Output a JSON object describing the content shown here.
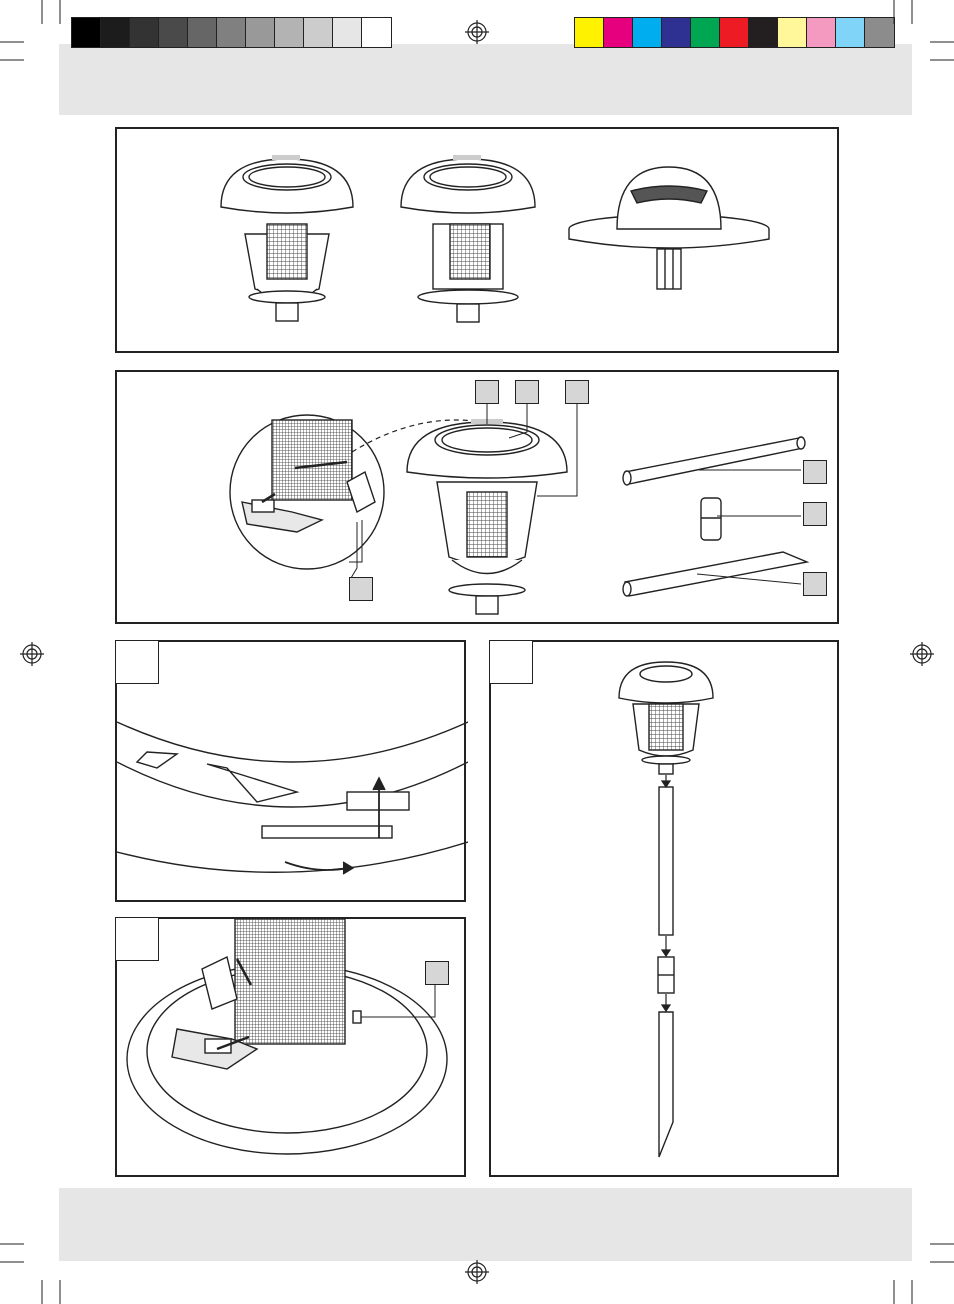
{
  "color_bar": {
    "grays": [
      "#000000",
      "#1c1c1c",
      "#333333",
      "#4a4a4a",
      "#666666",
      "#808080",
      "#999999",
      "#b3b3b3",
      "#cccccc",
      "#e6e6e6",
      "#ffffff"
    ],
    "process": [
      "#fff200",
      "#e6007e",
      "#00aeef",
      "#2e3192",
      "#00a651",
      "#ed1c24",
      "#231f20",
      "#fff799",
      "#f49ac1",
      "#7fd4f7",
      "#8c8c8c"
    ]
  },
  "band_color": "#e6e6e6",
  "line_color": "#222222",
  "figures": {
    "overview": {
      "lamps": [
        "lamp-a",
        "lamp-b",
        "lamp-c"
      ]
    },
    "parts": {
      "callouts": [
        "",
        "",
        "",
        "",
        "",
        "",
        ""
      ]
    },
    "step_a": {
      "number": ""
    },
    "step_b": {
      "number": "",
      "callout": ""
    },
    "step_c": {
      "number": ""
    }
  }
}
